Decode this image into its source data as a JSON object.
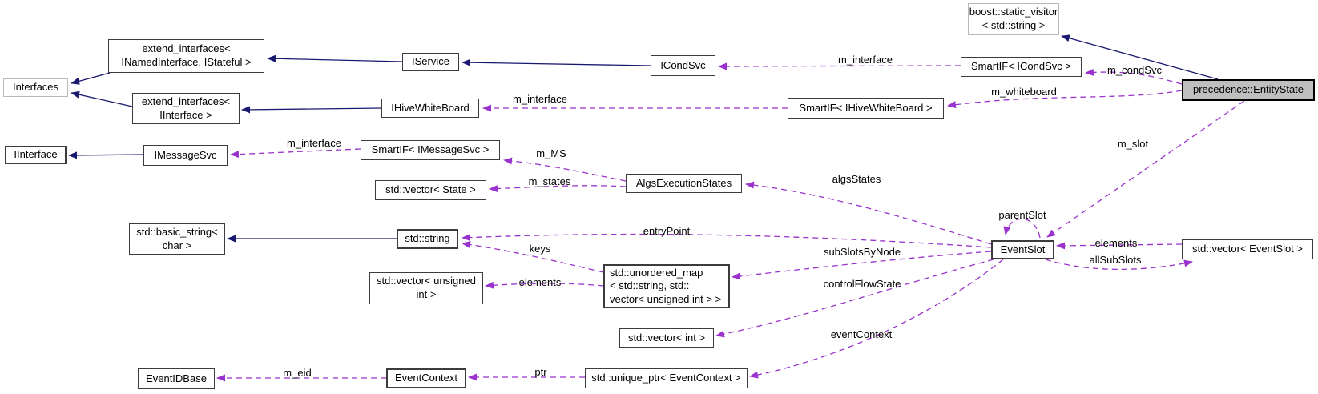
{
  "colors": {
    "inheritance": "#191970",
    "usage": "#9a32cd",
    "highlight_fill": "#bfbfbf",
    "node_border": "#3c3c3c",
    "external_border": "#b9b9b9"
  },
  "nodes": {
    "interfaces": "Interfaces",
    "extend_named": "extend_interfaces<\n INamedInterface, IStateful >",
    "extend_iface": "extend_interfaces<\n IInterface >",
    "iinterface": "IInterface",
    "imessagesvc": "IMessageSvc",
    "iservice": "IService",
    "ihivewhiteboard": "IHiveWhiteBoard",
    "icondsvc": "ICondSvc",
    "smartif_imessagesvc": "SmartIF< IMessageSvc >",
    "vector_state": "std::vector< State >",
    "algsexecutionstates": "AlgsExecutionStates",
    "boost_visitor": "boost::static_visitor\n< std::string >",
    "smartif_icondsvc": "SmartIF< ICondSvc >",
    "smartif_ihivewhiteboard": "SmartIF< IHiveWhiteBoard >",
    "entitystate": "precedence::EntityState",
    "basic_string": "std::basic_string<\n char >",
    "std_string": "std::string",
    "vector_unsigned": "std::vector< unsigned\n int >",
    "unordered_map": "std::unordered_map\n< std::string, std::\nvector< unsigned int > >",
    "vector_int": "std::vector< int >",
    "eventidbase": "EventIDBase",
    "eventcontext": "EventContext",
    "unique_ptr": "std::unique_ptr< EventContext >",
    "eventslot": "EventSlot",
    "vector_eventslot": "std::vector< EventSlot >"
  },
  "edge_labels": {
    "m_interface_msg": "m_interface",
    "m_interface_whiteboard": "m_interface",
    "m_interface_condsvc": "m_interface",
    "m_MS": "m_MS",
    "m_states": "m_states",
    "m_condSvc": "m_condSvc",
    "m_whiteboard": "m_whiteboard",
    "m_slot": "m_slot",
    "algsStates": "algsStates",
    "entryPoint": "entryPoint",
    "keys": "keys",
    "elements_map": "elements",
    "subSlotsByNode": "subSlotsByNode",
    "controlFlowState": "controlFlowState",
    "eventContext": "eventContext",
    "ptr": "ptr",
    "m_eid": "m_eid",
    "parentSlot": "parentSlot",
    "elements_vector": "elements",
    "allSubSlots": "allSubSlots"
  }
}
